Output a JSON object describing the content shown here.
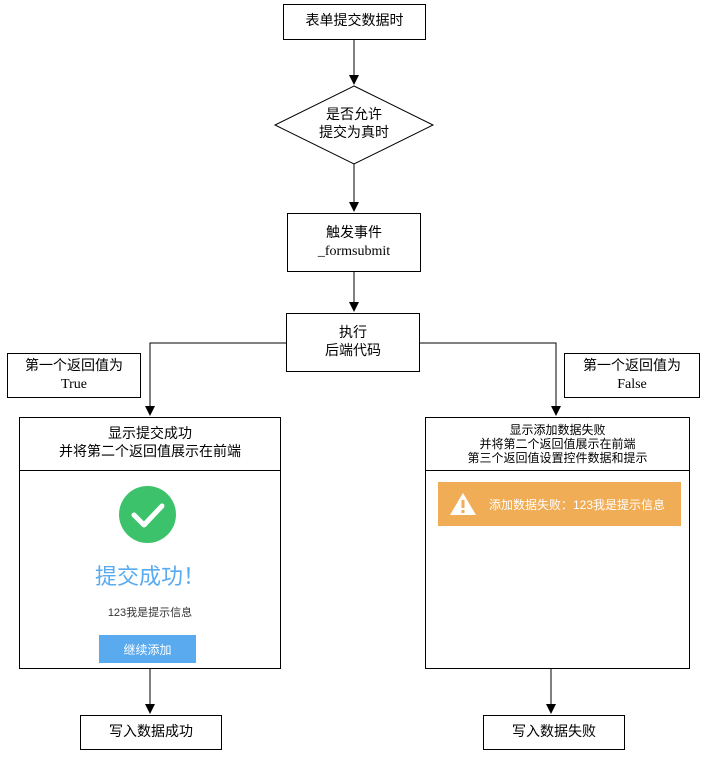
{
  "nodes": {
    "start": "表单提交数据时",
    "decision": [
      "是否允许",
      "提交为真时"
    ],
    "trigger": [
      "触发事件",
      "_formsubmit"
    ],
    "execute": [
      "执行",
      "后端代码"
    ],
    "label_true": [
      "第一个返回值为",
      "True"
    ],
    "label_false": [
      "第一个返回值为",
      "False"
    ],
    "success_panel_title": [
      "显示提交成功",
      "并将第二个返回值展示在前端"
    ],
    "fail_panel_title": [
      "显示添加数据失败",
      "并将第二个返回值展示在前端",
      "第三个返回值设置控件数据和提示"
    ],
    "result_success": "写入数据成功",
    "result_fail": "写入数据失败"
  },
  "success_preview": {
    "heading": "提交成功！",
    "message": "123我是提示信息",
    "button": "继续添加",
    "icon": "check-circle-icon",
    "icon_color": "#3cc26b",
    "heading_color": "#5aaaf0"
  },
  "fail_preview": {
    "message": "添加数据失败：123我是提示信息",
    "icon": "warning-triangle-icon",
    "bar_color": "#f0ad55"
  }
}
